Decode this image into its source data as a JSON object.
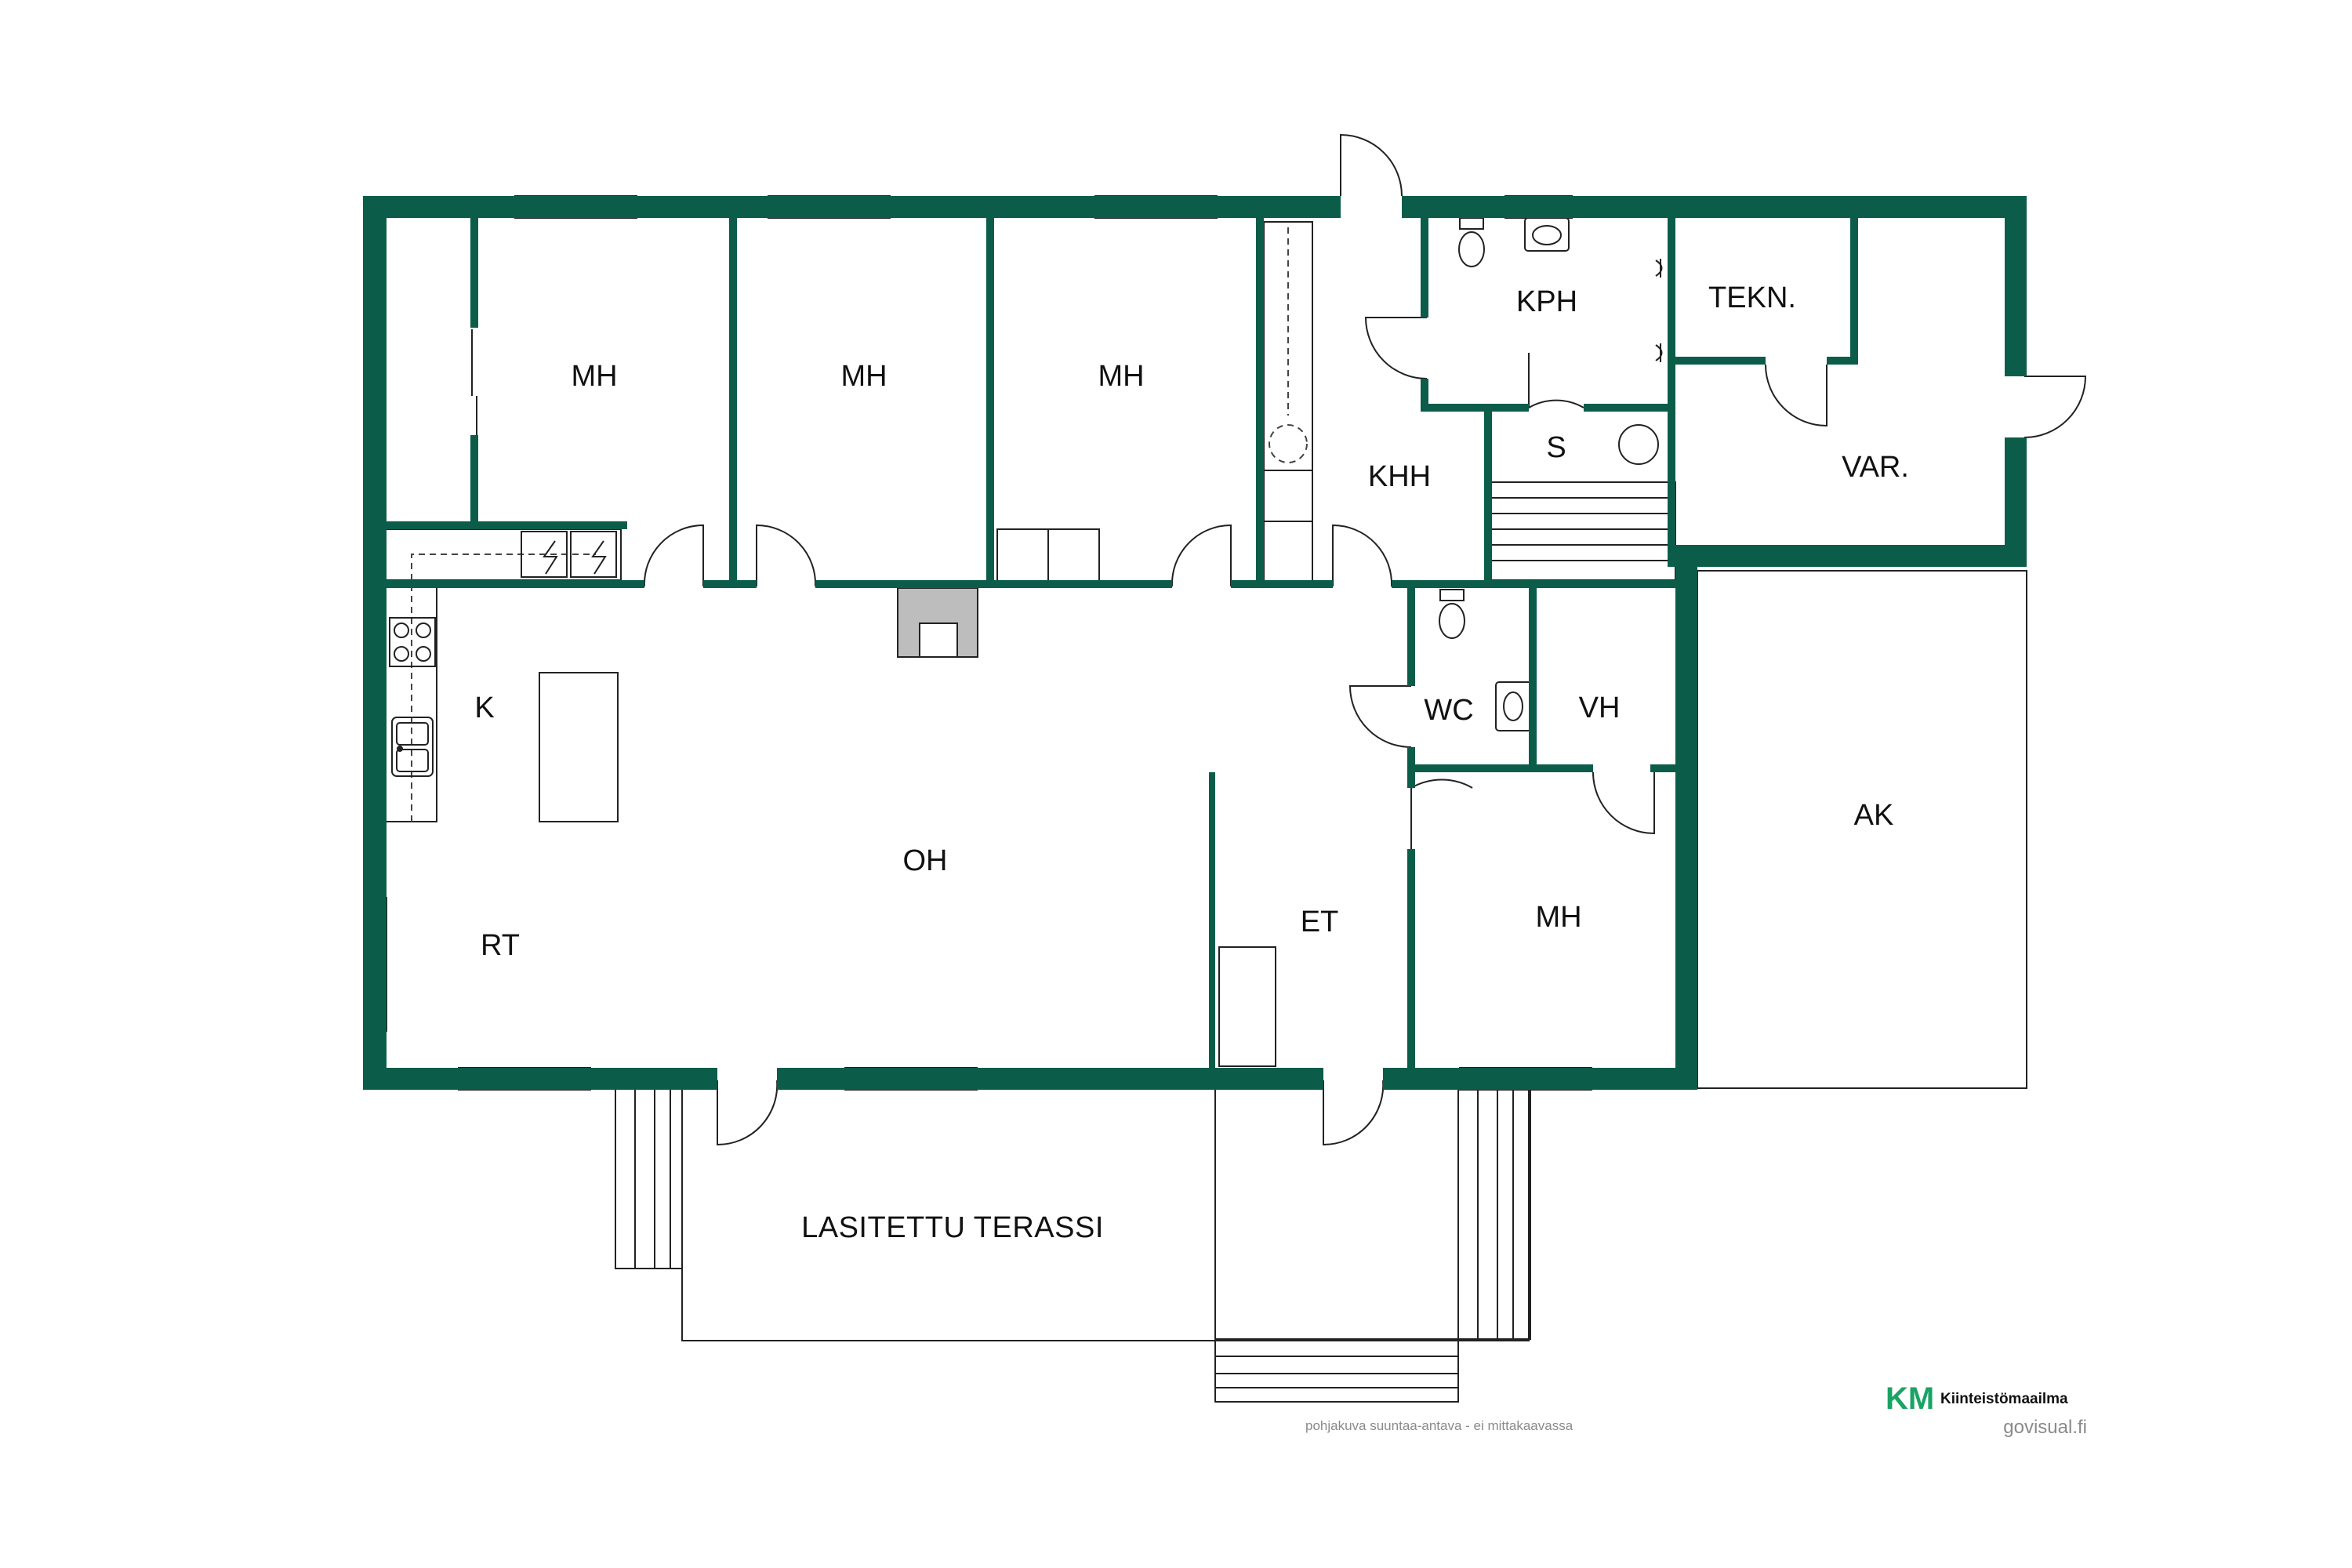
{
  "colors": {
    "wall": "#0b5d4a",
    "line": "#222222",
    "fixture_fill": "#bdbdbd",
    "brand_green": "#1aa463"
  },
  "rooms": [
    {
      "id": "mh1",
      "label": "MH"
    },
    {
      "id": "mh2",
      "label": "MH"
    },
    {
      "id": "mh3",
      "label": "MH"
    },
    {
      "id": "khh",
      "label": "KHH"
    },
    {
      "id": "kph",
      "label": "KPH"
    },
    {
      "id": "s",
      "label": "S"
    },
    {
      "id": "tekn",
      "label": "TEKN."
    },
    {
      "id": "var",
      "label": "VAR."
    },
    {
      "id": "k",
      "label": "K"
    },
    {
      "id": "oh",
      "label": "OH"
    },
    {
      "id": "rt",
      "label": "RT"
    },
    {
      "id": "wc",
      "label": "WC"
    },
    {
      "id": "vh",
      "label": "VH"
    },
    {
      "id": "et",
      "label": "ET"
    },
    {
      "id": "mh4",
      "label": "MH"
    },
    {
      "id": "ak",
      "label": "AK"
    },
    {
      "id": "terassi",
      "label": "LASITETTU TERASSI"
    }
  ],
  "footer": {
    "disclaimer": "pohjakuva suuntaa-antava - ei mittakaavassa",
    "brand_mark": "KM",
    "brand_name": "Kiinteistömaailma",
    "credit": "govisual.fi"
  }
}
